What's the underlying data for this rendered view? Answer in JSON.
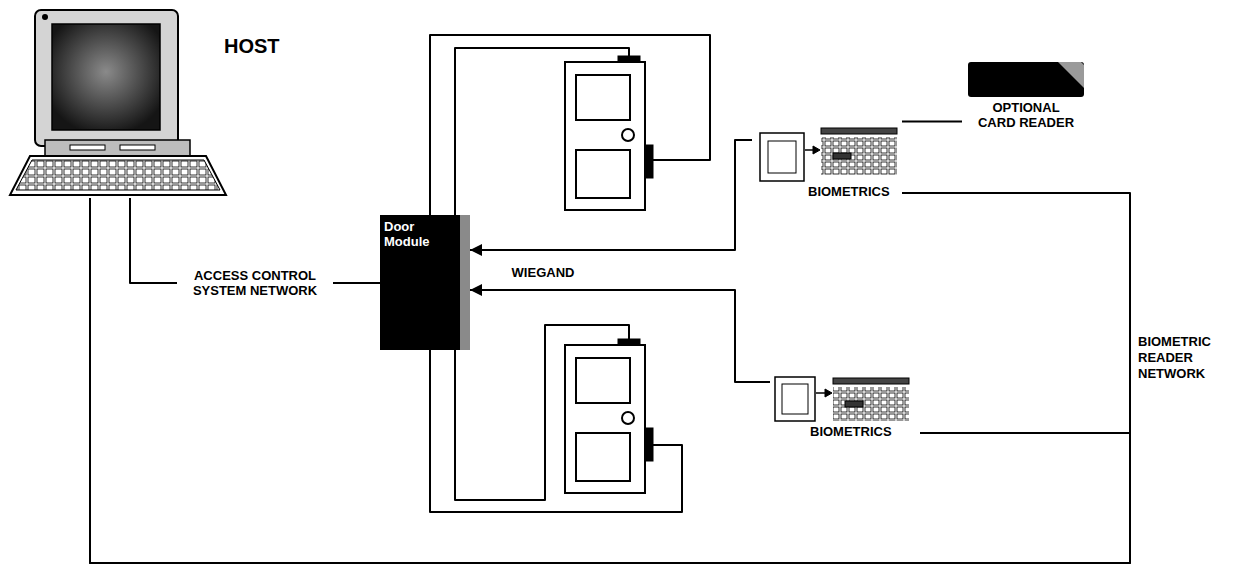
{
  "diagram": {
    "nodes": [
      {
        "text": [
          "HOST"
        ]
      },
      {
        "text": [
          "Door Module"
        ]
      },
      {
        "text": [
          "BIOMETRICS"
        ]
      },
      {
        "text": [
          "OPTIONAL CARD READER"
        ]
      },
      {
        "text": [
          "BIOMETRICS"
        ]
      }
    ],
    "edges": [
      {
        "from": 0,
        "to": 1,
        "arrow": "none",
        "label": "ACCESS CONTROL SYSTEM NETWORK"
      },
      {
        "from": 2,
        "to": 1,
        "arrow": "to"
      },
      {
        "from": 4,
        "to": 1,
        "arrow": "to",
        "label": "WIEGAND"
      },
      {
        "from": 2,
        "to": 3,
        "arrow": "none"
      },
      {
        "from": 2,
        "to": 0,
        "arrow": "none"
      },
      {
        "from": 4,
        "to": 0,
        "arrow": "none"
      }
    ],
    "labels": [
      "BIOMETRIC READER NETWORK"
    ]
  }
}
